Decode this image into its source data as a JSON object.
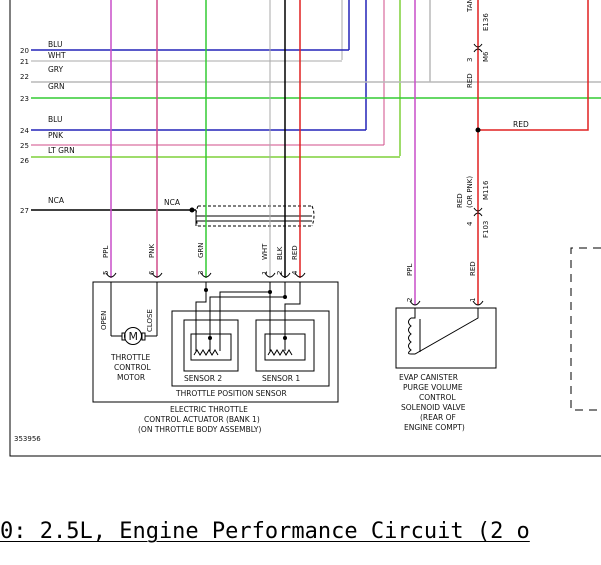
{
  "diagram": {
    "figure_id": "353956",
    "colors": {
      "red": "#e02020",
      "pink": "#d04d8a",
      "ppl": "#c94fc9",
      "green": "#33cc33",
      "lt_green": "#7fd03a",
      "gray": "#b8b8b8",
      "blue": "#2424b8",
      "black": "#000000"
    },
    "bus_wires": [
      {
        "num": "20",
        "label": "BLU"
      },
      {
        "num": "21",
        "label": "WHT"
      },
      {
        "num": "22",
        "label": "GRY"
      },
      {
        "num": "23",
        "label": "GRN"
      },
      {
        "num": "24",
        "label": "BLU"
      },
      {
        "num": "25",
        "label": "PNK"
      },
      {
        "num": "26",
        "label": "LT GRN"
      },
      {
        "num": "27",
        "label": "NCA"
      }
    ],
    "nca_label": "NCA",
    "actuator_pins": [
      {
        "num": "5",
        "color": "PPL"
      },
      {
        "num": "6",
        "color": "PNK"
      },
      {
        "num": "3",
        "color": "GRN"
      },
      {
        "num": "1",
        "color": "WHT"
      },
      {
        "num": "2",
        "color": "BLK"
      },
      {
        "num": "4",
        "color": "RED"
      }
    ],
    "top_right": {
      "tan": "TAN",
      "pin3": "3",
      "e136": "E136",
      "m6": "M6",
      "red": "RED"
    },
    "red_right_label": "RED",
    "mid_connector": {
      "red_or_pnk_1": "RED",
      "red_or_pnk_2": "(OR PNK)",
      "pin": "4",
      "m116": "M116",
      "f103": "F103"
    },
    "evap_pins": [
      {
        "num": "2",
        "color": "PPL"
      },
      {
        "num": "1",
        "color": "RED"
      }
    ],
    "labels": {
      "open": "OPEN",
      "close": "CLOSE",
      "motor_symbol": "M",
      "motor": [
        "THROTTLE",
        "CONTROL",
        "MOTOR"
      ],
      "sensor2": "SENSOR 2",
      "sensor1": "SENSOR 1",
      "tps": "THROTTLE POSITION SENSOR",
      "actuator": [
        "ELECTRIC THROTTLE",
        "CONTROL ACTUATOR (BANK 1)",
        "(ON THROTTLE BODY ASSEMBLY)"
      ],
      "evap": [
        "EVAP CANISTER",
        "PURGE VOLUME",
        "CONTROL",
        "SOLENOID VALVE",
        "(REAR OF",
        "ENGINE COMPT)"
      ]
    }
  },
  "caption": {
    "text": "0: 2.5L, Engine Performance Circuit (2 o"
  }
}
